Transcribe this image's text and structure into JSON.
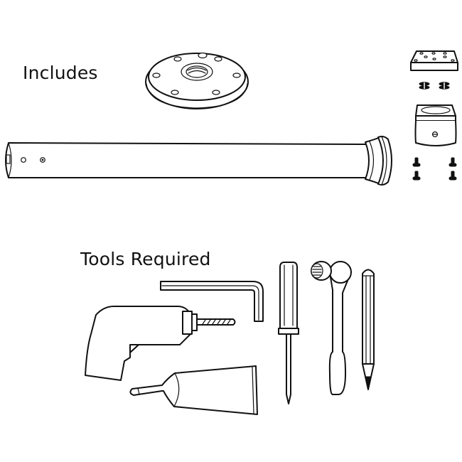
{
  "sections": {
    "includes": {
      "title": "Includes",
      "parts": [
        {
          "name": "mounting-flange"
        },
        {
          "name": "leg-tube"
        },
        {
          "name": "top-plate"
        },
        {
          "name": "washers"
        },
        {
          "name": "bracket-housing"
        },
        {
          "name": "screws",
          "count": 4
        }
      ]
    },
    "tools": {
      "title": "Tools Required",
      "items": [
        {
          "name": "drill"
        },
        {
          "name": "hex-key"
        },
        {
          "name": "adhesive-tube"
        },
        {
          "name": "screwdriver"
        },
        {
          "name": "socket-wrench"
        },
        {
          "name": "pencil"
        }
      ]
    }
  },
  "colors": {
    "line": "#111111",
    "background": "#ffffff"
  }
}
